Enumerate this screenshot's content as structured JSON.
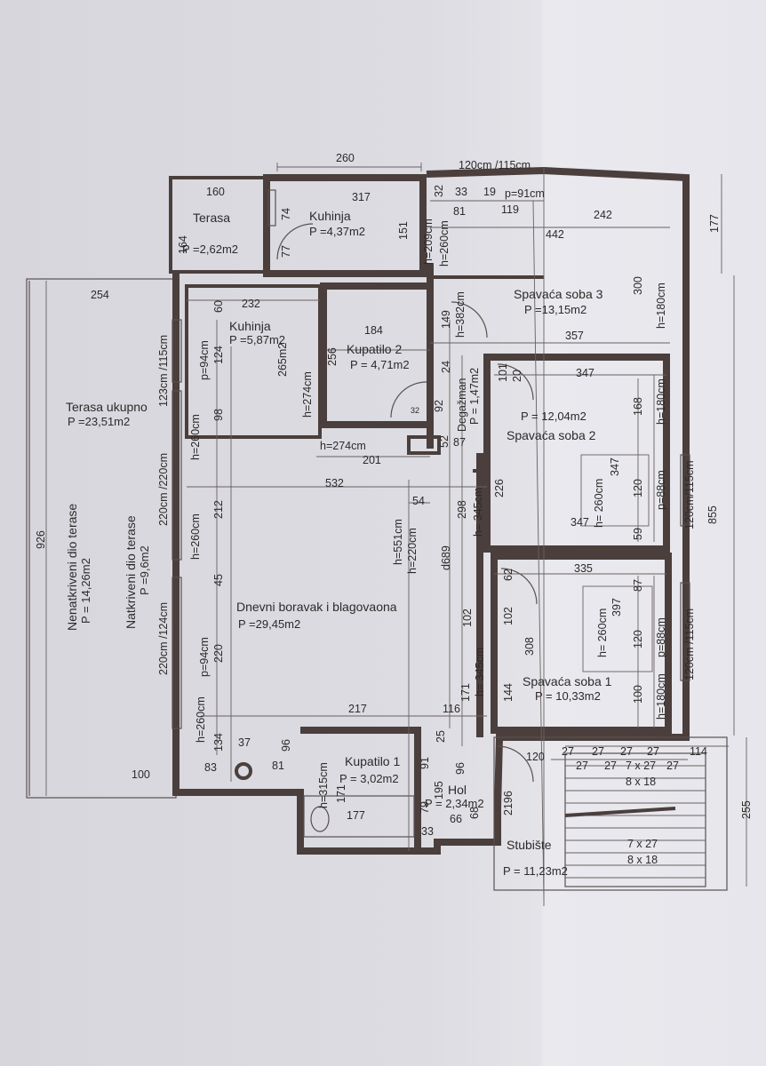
{
  "rooms": {
    "terasa": {
      "name": "Terasa",
      "area": "P =2,62m2"
    },
    "kuhinja_top": {
      "name": "Kuhinja",
      "area": "P =4,37m2"
    },
    "kuhinja": {
      "name": "Kuhinja",
      "area": "P =5,87m2"
    },
    "kupatilo2": {
      "name": "Kupatilo 2",
      "area": "P = 4,71m2"
    },
    "spavaca3": {
      "name": "Spavaća soba 3",
      "area": "P =13,15m2"
    },
    "spavaca2": {
      "name": "Spavaća soba 2",
      "area": "P = 12,04m2"
    },
    "spavaca1": {
      "name": "Spavaća soba 1",
      "area": "P = 10,33m2"
    },
    "terasa_ukupno": {
      "name": "Terasa ukupno",
      "area": "P =23,51m2"
    },
    "dnevni": {
      "name": "Dnevni boravak i blagovaona",
      "area": "P =29,45m2"
    },
    "kupatilo1": {
      "name": "Kupatilo 1",
      "area": "P = 3,02m2"
    },
    "hol": {
      "name": "Hol",
      "area": "P = 2,34m2"
    },
    "stubiste": {
      "name": "Stubište",
      "area": "P = 11,23m2"
    },
    "degazman": {
      "name": "Degažman",
      "area": "P = 1,47m2"
    },
    "nenatkriveni": {
      "name": "Nenatkriveni dio terase",
      "area": "P = 14,26m2"
    },
    "natkriveni": {
      "name": "Natkriveni dio terase",
      "area": "P =9,6m2"
    }
  },
  "dims": {
    "d260": "260",
    "d120cm115": "120cm /115cm",
    "d160": "160",
    "d317": "317",
    "d32": "32",
    "d33": "33",
    "d19": "19",
    "p91": "p=91cm",
    "d81": "81",
    "d119": "119",
    "d242": "242",
    "d177r": "177",
    "d164": "164",
    "d74": "74",
    "d77": "77",
    "d151": "151",
    "h209": "h=209cm",
    "h260a": "h=260cm",
    "d442": "442",
    "d300": "300",
    "h180a": "h=180cm",
    "d254": "254",
    "d232": "232",
    "d60": "60",
    "d184": "184",
    "d149": "149",
    "h382": "h=382cm",
    "d357": "357",
    "d123": "123cm /115cm",
    "p94a": "p=94cm",
    "d124": "124",
    "d265": "265m2",
    "d256": "256",
    "h274a": "h=274cm",
    "d24": "24",
    "d347a": "347",
    "d101": "101",
    "d20": "20",
    "d168": "168",
    "h180b": "h=180cm",
    "d98": "98",
    "d92": "92",
    "d32s": "32",
    "d52": "52",
    "d87": "87",
    "h274b": "h=274cm",
    "h260b": "h=260cm",
    "d220a": "220cm /220cm",
    "d201": "201",
    "d532": "532",
    "d347b": "347",
    "d226": "226",
    "d120a": "120",
    "p88a": "p=88cm",
    "d120cm115b": "120cm/115cm",
    "d855": "855",
    "d54": "54",
    "d212": "212",
    "d298": "298",
    "h345a": "h= 345cm",
    "h260c": "h= 260cm",
    "d59": "59",
    "d347c": "347",
    "d926": "926",
    "h260d": "h=260cm",
    "h551": "h=551cm",
    "h220": "h=220cm",
    "d689": "d689",
    "d335": "335",
    "d45": "45",
    "d62": "62",
    "d87b": "87",
    "d397": "397",
    "d220b": "220cm /124cm",
    "p94b": "p=94cm",
    "d220c": "220",
    "d102a": "102",
    "d102b": "102",
    "d308": "308",
    "h260e": "h= 260cm",
    "d120b": "120",
    "p88b": "p=88cm",
    "d120cm115c": "120cm /115cm",
    "h345b": "h= 345cm",
    "d144": "144",
    "d171a": "171",
    "d100r": "100",
    "h180c": "h=180cm",
    "d217": "217",
    "d116": "116",
    "h260f": "h=260cm",
    "d134": "134",
    "d37": "37",
    "d96a": "96",
    "d25": "25",
    "d120c": "120",
    "d27a": "27",
    "d27b": "27",
    "d27c": "27",
    "d27d": "27",
    "d114": "114",
    "d27e": "27",
    "d27f": "27",
    "st1": "7 x 27",
    "d27g": "27",
    "d83": "83",
    "d81b": "81",
    "h315": "h=315cm",
    "d91": "91",
    "d96b": "96",
    "d100": "100",
    "st2": "8 x 18",
    "d255": "255",
    "d171b": "171",
    "d195": "195",
    "d196": "2196",
    "d177": "177",
    "d79": "79",
    "d66": "66",
    "d68": "68",
    "d33b": "33",
    "st3": "7 x 27",
    "st4": "8 x 18"
  }
}
